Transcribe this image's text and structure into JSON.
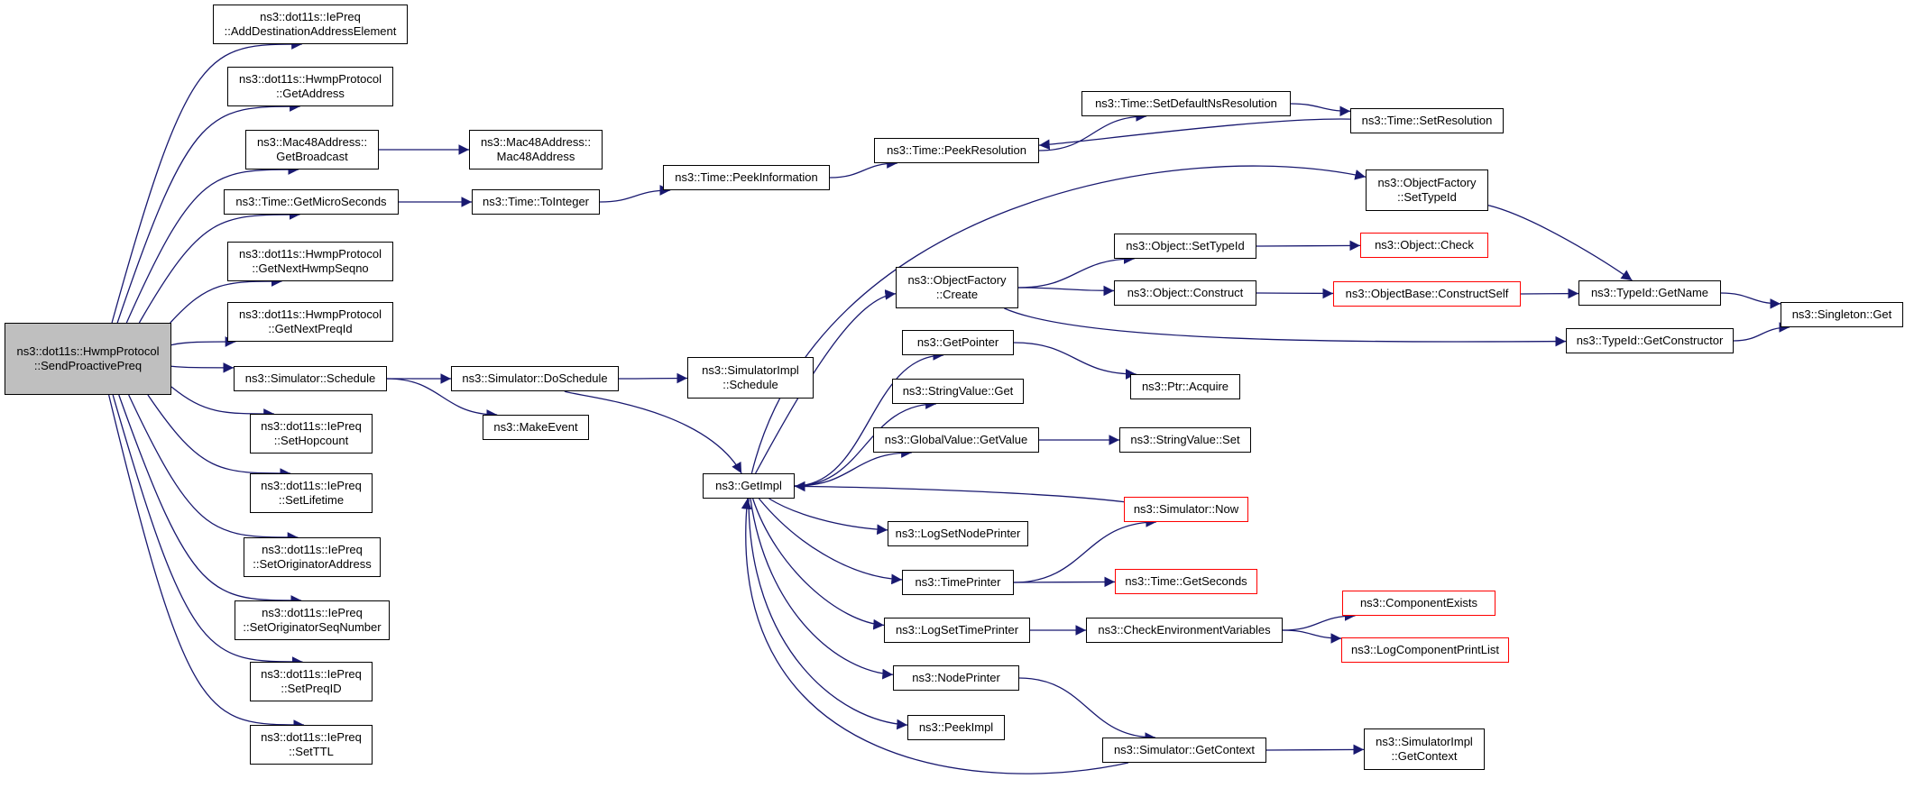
{
  "colors": {
    "edge": "#191970",
    "node_border": "#000000",
    "truncated_border": "#ff0000",
    "root_fill": "#bfbfbf"
  },
  "nodes": [
    {
      "id": "root",
      "lines": [
        "ns3::dot11s::HwmpProtocol",
        "::SendProactivePreq"
      ],
      "style": "root"
    },
    {
      "id": "addDest",
      "lines": [
        "ns3::dot11s::IePreq",
        "::AddDestinationAddressElement"
      ]
    },
    {
      "id": "getAddress",
      "lines": [
        "ns3::dot11s::HwmpProtocol",
        "::GetAddress"
      ]
    },
    {
      "id": "getBroadcast",
      "lines": [
        "ns3::Mac48Address::",
        "GetBroadcast"
      ]
    },
    {
      "id": "mac48",
      "lines": [
        "ns3::Mac48Address::",
        "Mac48Address"
      ]
    },
    {
      "id": "getMicro",
      "lines": [
        "ns3::Time::GetMicroSeconds"
      ]
    },
    {
      "id": "toInteger",
      "lines": [
        "ns3::Time::ToInteger"
      ]
    },
    {
      "id": "peekInfo",
      "lines": [
        "ns3::Time::PeekInformation"
      ]
    },
    {
      "id": "peekRes",
      "lines": [
        "ns3::Time::PeekResolution"
      ]
    },
    {
      "id": "setDefNs",
      "lines": [
        "ns3::Time::SetDefaultNsResolution"
      ]
    },
    {
      "id": "setRes",
      "lines": [
        "ns3::Time::SetResolution"
      ]
    },
    {
      "id": "getNextSeq",
      "lines": [
        "ns3::dot11s::HwmpProtocol",
        "::GetNextHwmpSeqno"
      ]
    },
    {
      "id": "getNextPreq",
      "lines": [
        "ns3::dot11s::HwmpProtocol",
        "::GetNextPreqId"
      ]
    },
    {
      "id": "schedule",
      "lines": [
        "ns3::Simulator::Schedule"
      ]
    },
    {
      "id": "doSchedule",
      "lines": [
        "ns3::Simulator::DoSchedule"
      ]
    },
    {
      "id": "implSchedule",
      "lines": [
        "ns3::SimulatorImpl",
        "::Schedule"
      ]
    },
    {
      "id": "makeEvent",
      "lines": [
        "ns3::MakeEvent"
      ]
    },
    {
      "id": "setHop",
      "lines": [
        "ns3::dot11s::IePreq",
        "::SetHopcount"
      ]
    },
    {
      "id": "setLife",
      "lines": [
        "ns3::dot11s::IePreq",
        "::SetLifetime"
      ]
    },
    {
      "id": "setOrigAddr",
      "lines": [
        "ns3::dot11s::IePreq",
        "::SetOriginatorAddress"
      ]
    },
    {
      "id": "setOrigSeq",
      "lines": [
        "ns3::dot11s::IePreq",
        "::SetOriginatorSeqNumber"
      ]
    },
    {
      "id": "setPreqId",
      "lines": [
        "ns3::dot11s::IePreq",
        "::SetPreqID"
      ]
    },
    {
      "id": "setTTL",
      "lines": [
        "ns3::dot11s::IePreq",
        "::SetTTL"
      ]
    },
    {
      "id": "getImpl",
      "lines": [
        "ns3::GetImpl"
      ]
    },
    {
      "id": "ofCreate",
      "lines": [
        "ns3::ObjectFactory",
        "::Create"
      ]
    },
    {
      "id": "ofSetTypeId",
      "lines": [
        "ns3::ObjectFactory",
        "::SetTypeId"
      ]
    },
    {
      "id": "objSetTypeId",
      "lines": [
        "ns3::Object::SetTypeId"
      ]
    },
    {
      "id": "objCheck",
      "lines": [
        "ns3::Object::Check"
      ],
      "style": "red"
    },
    {
      "id": "objConstruct",
      "lines": [
        "ns3::Object::Construct"
      ]
    },
    {
      "id": "constructSelf",
      "lines": [
        "ns3::ObjectBase::ConstructSelf"
      ],
      "style": "red"
    },
    {
      "id": "typeGetName",
      "lines": [
        "ns3::TypeId::GetName"
      ]
    },
    {
      "id": "singletonGet",
      "lines": [
        "ns3::Singleton::Get"
      ]
    },
    {
      "id": "getConstructor",
      "lines": [
        "ns3::TypeId::GetConstructor"
      ]
    },
    {
      "id": "getPointer",
      "lines": [
        "ns3::GetPointer"
      ]
    },
    {
      "id": "ptrAcquire",
      "lines": [
        "ns3::Ptr::Acquire"
      ]
    },
    {
      "id": "strValGet",
      "lines": [
        "ns3::StringValue::Get"
      ]
    },
    {
      "id": "gvGetValue",
      "lines": [
        "ns3::GlobalValue::GetValue"
      ]
    },
    {
      "id": "strValSet",
      "lines": [
        "ns3::StringValue::Set"
      ]
    },
    {
      "id": "simNow",
      "lines": [
        "ns3::Simulator::Now"
      ],
      "style": "red"
    },
    {
      "id": "logSetNode",
      "lines": [
        "ns3::LogSetNodePrinter"
      ]
    },
    {
      "id": "timePrinter",
      "lines": [
        "ns3::TimePrinter"
      ]
    },
    {
      "id": "getSeconds",
      "lines": [
        "ns3::Time::GetSeconds"
      ],
      "style": "red"
    },
    {
      "id": "logSetTime",
      "lines": [
        "ns3::LogSetTimePrinter"
      ]
    },
    {
      "id": "checkEnv",
      "lines": [
        "ns3::CheckEnvironmentVariables"
      ]
    },
    {
      "id": "compExists",
      "lines": [
        "ns3::ComponentExists"
      ],
      "style": "red"
    },
    {
      "id": "logCompList",
      "lines": [
        "ns3::LogComponentPrintList"
      ],
      "style": "red"
    },
    {
      "id": "nodePrinter",
      "lines": [
        "ns3::NodePrinter"
      ]
    },
    {
      "id": "peekImpl",
      "lines": [
        "ns3::PeekImpl"
      ]
    },
    {
      "id": "getContext",
      "lines": [
        "ns3::Simulator::GetContext"
      ]
    },
    {
      "id": "implGetContext",
      "lines": [
        "ns3::SimulatorImpl",
        "::GetContext"
      ]
    }
  ],
  "edges": [
    [
      "root",
      "addDest"
    ],
    [
      "root",
      "getAddress"
    ],
    [
      "root",
      "getBroadcast"
    ],
    [
      "root",
      "getMicro"
    ],
    [
      "root",
      "getNextSeq"
    ],
    [
      "root",
      "getNextPreq"
    ],
    [
      "root",
      "schedule"
    ],
    [
      "root",
      "setHop"
    ],
    [
      "root",
      "setLife"
    ],
    [
      "root",
      "setOrigAddr"
    ],
    [
      "root",
      "setOrigSeq"
    ],
    [
      "root",
      "setPreqId"
    ],
    [
      "root",
      "setTTL"
    ],
    [
      "getBroadcast",
      "mac48"
    ],
    [
      "getMicro",
      "toInteger"
    ],
    [
      "toInteger",
      "peekInfo"
    ],
    [
      "peekInfo",
      "peekRes"
    ],
    [
      "peekRes",
      "setDefNs"
    ],
    [
      "setDefNs",
      "setRes"
    ],
    [
      "setRes",
      "peekRes"
    ],
    [
      "schedule",
      "doSchedule"
    ],
    [
      "schedule",
      "makeEvent"
    ],
    [
      "doSchedule",
      "implSchedule"
    ],
    [
      "doSchedule",
      "getImpl"
    ],
    [
      "getImpl",
      "ofCreate"
    ],
    [
      "getImpl",
      "ofSetTypeId"
    ],
    [
      "getImpl",
      "getPointer"
    ],
    [
      "getImpl",
      "strValGet"
    ],
    [
      "getImpl",
      "gvGetValue"
    ],
    [
      "getImpl",
      "logSetNode"
    ],
    [
      "getImpl",
      "timePrinter"
    ],
    [
      "getImpl",
      "logSetTime"
    ],
    [
      "getImpl",
      "nodePrinter"
    ],
    [
      "getImpl",
      "peekImpl"
    ],
    [
      "ofCreate",
      "objSetTypeId"
    ],
    [
      "ofCreate",
      "objConstruct"
    ],
    [
      "ofCreate",
      "getConstructor"
    ],
    [
      "objSetTypeId",
      "objCheck"
    ],
    [
      "objConstruct",
      "constructSelf"
    ],
    [
      "constructSelf",
      "typeGetName"
    ],
    [
      "ofSetTypeId",
      "typeGetName"
    ],
    [
      "typeGetName",
      "singletonGet"
    ],
    [
      "getConstructor",
      "singletonGet"
    ],
    [
      "getPointer",
      "ptrAcquire"
    ],
    [
      "gvGetValue",
      "strValSet"
    ],
    [
      "simNow",
      "getImpl"
    ],
    [
      "timePrinter",
      "simNow"
    ],
    [
      "timePrinter",
      "getSeconds"
    ],
    [
      "logSetTime",
      "checkEnv"
    ],
    [
      "checkEnv",
      "compExists"
    ],
    [
      "checkEnv",
      "logCompList"
    ],
    [
      "nodePrinter",
      "getContext"
    ],
    [
      "getContext",
      "getImpl"
    ],
    [
      "getContext",
      "implGetContext"
    ]
  ]
}
